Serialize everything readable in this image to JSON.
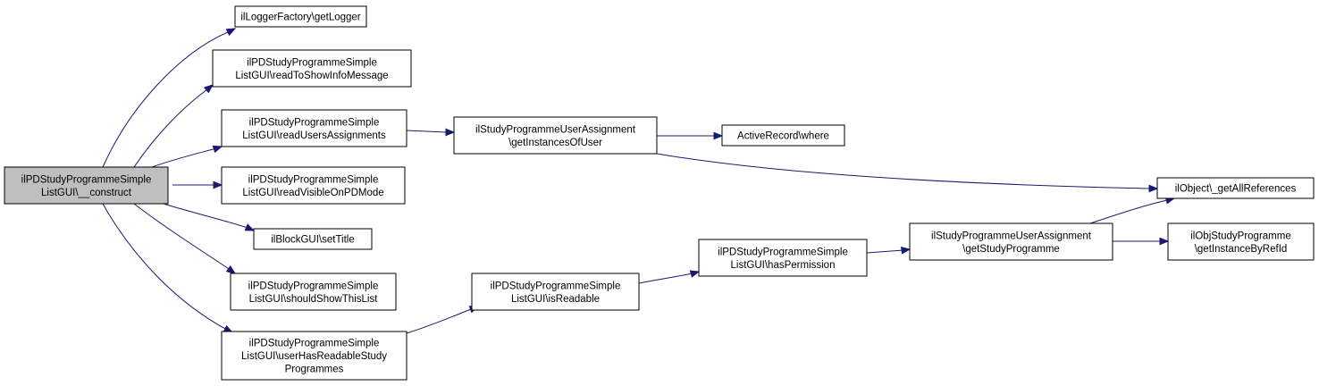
{
  "colors": {
    "edge": "#191970",
    "root_fill": "#bfbfbf",
    "node_fill": "#ffffff",
    "border": "#000000"
  },
  "nodes": [
    {
      "id": "construct",
      "lines": [
        "ilPDStudyProgrammeSimple",
        "ListGUI\\__construct"
      ],
      "highlight": true
    },
    {
      "id": "getLogger",
      "lines": [
        "ilLoggerFactory\\getLogger"
      ]
    },
    {
      "id": "readToShowInfoMessage",
      "lines": [
        "ilPDStudyProgrammeSimple",
        "ListGUI\\readToShowInfoMessage"
      ]
    },
    {
      "id": "readUsersAssignments",
      "lines": [
        "ilPDStudyProgrammeSimple",
        "ListGUI\\readUsersAssignments"
      ]
    },
    {
      "id": "readVisibleOnPDMode",
      "lines": [
        "ilPDStudyProgrammeSimple",
        "ListGUI\\readVisibleOnPDMode"
      ]
    },
    {
      "id": "setTitle",
      "lines": [
        "ilBlockGUI\\setTitle"
      ]
    },
    {
      "id": "shouldShowThisList",
      "lines": [
        "ilPDStudyProgrammeSimple",
        "ListGUI\\shouldShowThisList"
      ]
    },
    {
      "id": "userHasReadable",
      "lines": [
        "ilPDStudyProgrammeSimple",
        "ListGUI\\userHasReadableStudy",
        "Programmes"
      ]
    },
    {
      "id": "getInstancesOfUser",
      "lines": [
        "ilStudyProgrammeUserAssignment",
        "\\getInstancesOfUser"
      ]
    },
    {
      "id": "isReadable",
      "lines": [
        "ilPDStudyProgrammeSimple",
        "ListGUI\\isReadable"
      ]
    },
    {
      "id": "where",
      "lines": [
        "ActiveRecord\\where"
      ]
    },
    {
      "id": "hasPermission",
      "lines": [
        "ilPDStudyProgrammeSimple",
        "ListGUI\\hasPermission"
      ]
    },
    {
      "id": "getStudyProgramme",
      "lines": [
        "ilStudyProgrammeUserAssignment",
        "\\getStudyProgramme"
      ]
    },
    {
      "id": "getAllReferences",
      "lines": [
        "ilObject\\_getAllReferences"
      ]
    },
    {
      "id": "getInstanceByRefId",
      "lines": [
        "ilObjStudyProgramme",
        "\\getInstanceByRefId"
      ]
    }
  ],
  "edges": [
    {
      "from": "construct",
      "to": "getLogger"
    },
    {
      "from": "construct",
      "to": "readToShowInfoMessage"
    },
    {
      "from": "construct",
      "to": "readUsersAssignments"
    },
    {
      "from": "construct",
      "to": "readVisibleOnPDMode"
    },
    {
      "from": "construct",
      "to": "setTitle"
    },
    {
      "from": "construct",
      "to": "shouldShowThisList"
    },
    {
      "from": "construct",
      "to": "userHasReadable"
    },
    {
      "from": "readUsersAssignments",
      "to": "getInstancesOfUser"
    },
    {
      "from": "getInstancesOfUser",
      "to": "where"
    },
    {
      "from": "getInstancesOfUser",
      "to": "getAllReferences"
    },
    {
      "from": "userHasReadable",
      "to": "isReadable"
    },
    {
      "from": "isReadable",
      "to": "hasPermission"
    },
    {
      "from": "hasPermission",
      "to": "getStudyProgramme"
    },
    {
      "from": "getStudyProgramme",
      "to": "getAllReferences"
    },
    {
      "from": "getStudyProgramme",
      "to": "getInstanceByRefId"
    }
  ]
}
